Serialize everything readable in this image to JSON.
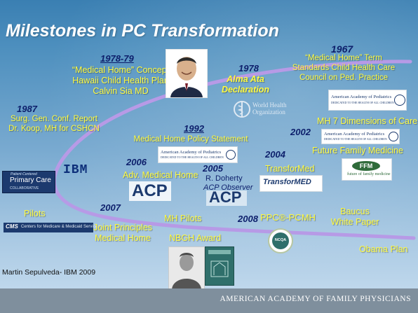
{
  "title": "Milestones in PC Transformation",
  "items": {
    "y1978_79": {
      "year": "1978-79",
      "line1": "“Medical Home” Concept",
      "line2": "Hawaii Child Health Plan",
      "line3": "Calvin Sia MD"
    },
    "y1978": {
      "year": "1978",
      "line1": "Alma Ata",
      "line2": "Declaration"
    },
    "y1967": {
      "year": "1967",
      "line1": "“Medical Home” Term",
      "line2": "Standards Child Health Care",
      "line3": "Council on Ped. Practice"
    },
    "y1987": {
      "year": "1987",
      "line1": "Surg. Gen. Conf. Report",
      "line2": "Dr. Koop, MH for CSHCN"
    },
    "y1992": {
      "year": "1992",
      "line1": "Medical Home Policy Statement"
    },
    "y2002": {
      "year": "2002",
      "line1": "MH 7 Dimensions of Care",
      "line2": "Future Family Medicine"
    },
    "y2006": {
      "year": "2006",
      "line1": "Adv. Medical Home"
    },
    "y2005": {
      "year": "2005",
      "line1": "R. Doherty",
      "line2": "ACP Observer"
    },
    "y2004": {
      "year": "2004",
      "line1": "TransforMed"
    },
    "y2007": {
      "year": "2007",
      "line1": "Joint Principles",
      "line2": "Medical Home"
    },
    "pilots": "Pilots",
    "mh_pilots": "MH Pilots",
    "nbgh": "NBGH Award",
    "y2008": {
      "year": "2008",
      "line1": "PPC®-PCMH"
    },
    "baucus": {
      "line1": "Baucus",
      "line2": "White Paper"
    },
    "obama": "Obama Plan"
  },
  "logos": {
    "aap": "American Academy of Pediatrics",
    "aap_sub": "DEDICATED TO THE HEALTH OF ALL CHILDREN",
    "who": "World Health Organization",
    "ffm_short": "FFM",
    "ffm_long": "future of family medicine",
    "acp": "ACP",
    "transformed": "TransforMED",
    "pcpcc_top": "Patient-Centered",
    "pcpcc_main": "Primary Care",
    "pcpcc_bottom": "COLLABORATIVE",
    "ibm": "IBM",
    "cms_short": "CMS",
    "cms_long": "Centers for Medicare & Medicaid Services",
    "ncqa": "NCQA"
  },
  "credit": "Martin Sepulveda- IBM 2009",
  "footer": "AMERICAN ACADEMY OF FAMILY PHYSICIANS",
  "colors": {
    "gold_text": "#fffb40",
    "navy_text": "#0d1f6b",
    "arc": "#b79ae6",
    "footer_bar": "#7f8f9d"
  }
}
